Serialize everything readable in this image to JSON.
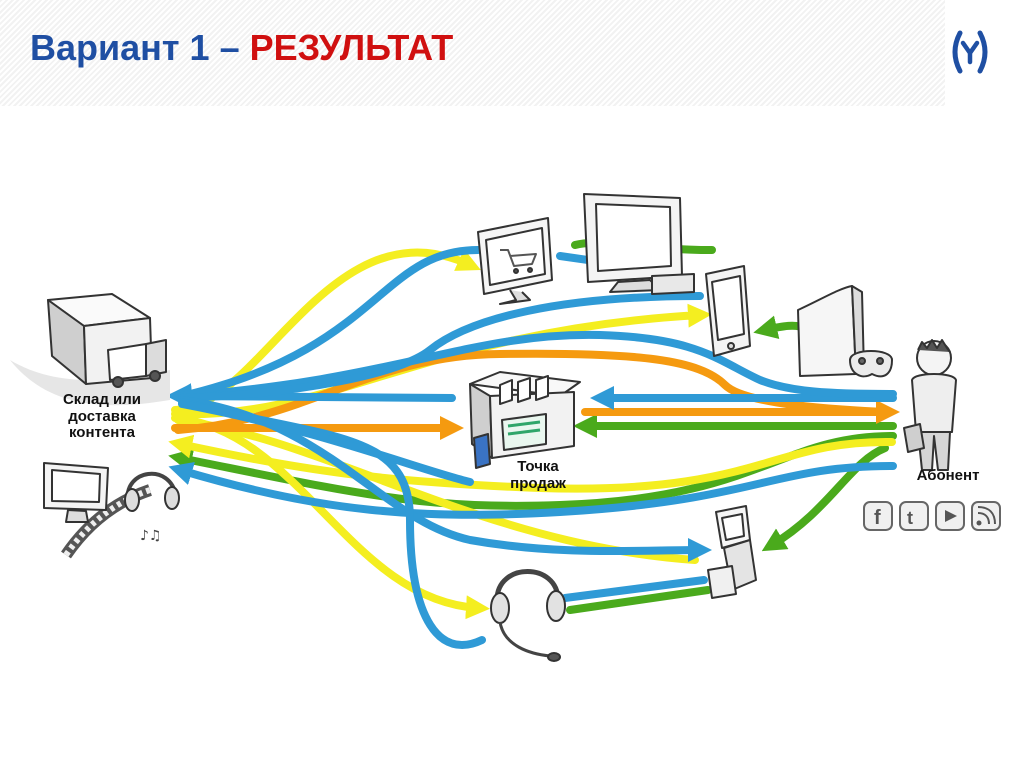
{
  "header": {
    "title_main": "Вариант 1",
    "title_separator": "–",
    "title_accent": "РЕЗУЛЬТАТ",
    "logo_icon": "bracket-y-logo-icon",
    "colors": {
      "title": "#1f4fa3",
      "accent": "#d01010"
    }
  },
  "diagram": {
    "labels": {
      "warehouse_line1": "Склад или",
      "warehouse_line2": "доставка",
      "warehouse_line3": "контента",
      "point_of_sale_line1": "Точка",
      "point_of_sale_line2": "продаж",
      "subscriber": "Абонент"
    },
    "flow_colors": {
      "blue": "#2f9ad6",
      "yellow": "#f4ee20",
      "orange": "#f59a10",
      "green": "#4aaa1c"
    },
    "nodes": [
      "warehouse-icon",
      "media-workstation-icon",
      "shopping-monitor-icon",
      "tv-icon",
      "smartphone-icon",
      "game-console-icon",
      "store-icon",
      "subscriber-icon",
      "kiosk-icon",
      "headset-icon"
    ],
    "social_icons": [
      "facebook-icon",
      "twitter-icon",
      "youtube-icon",
      "rss-icon"
    ]
  }
}
